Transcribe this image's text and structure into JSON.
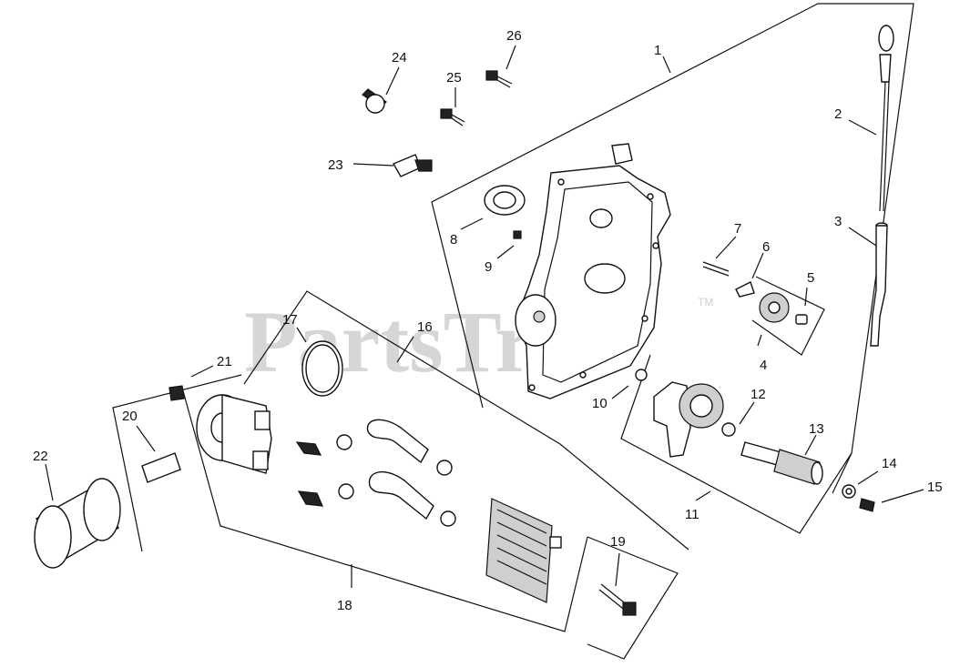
{
  "watermark": {
    "text": "PartsTree",
    "trademark": "TM"
  },
  "labels": {
    "n1": "1",
    "n2": "2",
    "n3": "3",
    "n4": "4",
    "n5": "5",
    "n6": "6",
    "n7": "7",
    "n8": "8",
    "n9": "9",
    "n10": "10",
    "n11": "11",
    "n12": "12",
    "n13": "13",
    "n14": "14",
    "n15": "15",
    "n16": "16",
    "n17": "17",
    "n18": "18",
    "n19": "19",
    "n20": "20",
    "n21": "21",
    "n22": "22",
    "n23": "23",
    "n24": "24",
    "n25": "25",
    "n26": "26"
  },
  "colors": {
    "ink": "#111111",
    "watermark": "#d6d6d6",
    "shade": "#cfcfcf"
  }
}
